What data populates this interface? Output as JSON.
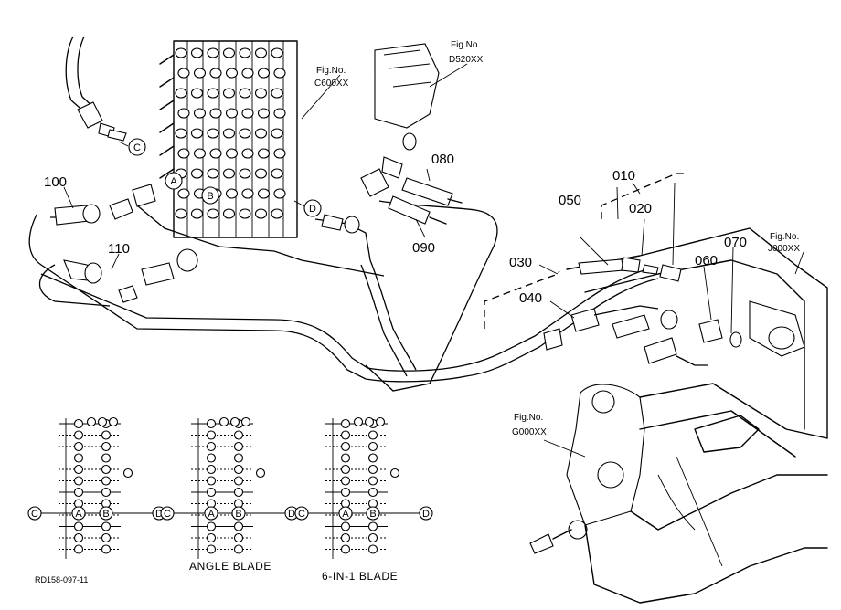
{
  "parts": [
    {
      "id": "p010",
      "number": "010"
    },
    {
      "id": "p020",
      "number": "020"
    },
    {
      "id": "p030",
      "number": "030"
    },
    {
      "id": "p040",
      "number": "040"
    },
    {
      "id": "p050",
      "number": "050"
    },
    {
      "id": "p060",
      "number": "060"
    },
    {
      "id": "p070",
      "number": "070"
    },
    {
      "id": "p080",
      "number": "080"
    },
    {
      "id": "p090",
      "number": "090"
    },
    {
      "id": "p100",
      "number": "100"
    },
    {
      "id": "p110",
      "number": "110"
    }
  ],
  "figure_refs": [
    {
      "id": "c600",
      "label": "Fig.No.",
      "code": "C600XX"
    },
    {
      "id": "d520",
      "label": "Fig.No.",
      "code": "D520XX"
    },
    {
      "id": "j000",
      "label": "Fig.No.",
      "code": "J000XX"
    },
    {
      "id": "g000",
      "label": "Fig.No.",
      "code": "G000XX"
    }
  ],
  "connection_labels": {
    "A": "A",
    "B": "B",
    "C": "C",
    "D": "D"
  },
  "schematic_captions": {
    "angle_blade": "ANGLE BLADE",
    "six_in_one": "6-IN-1 BLADE"
  },
  "drawing_ref": "RD158-097-11"
}
